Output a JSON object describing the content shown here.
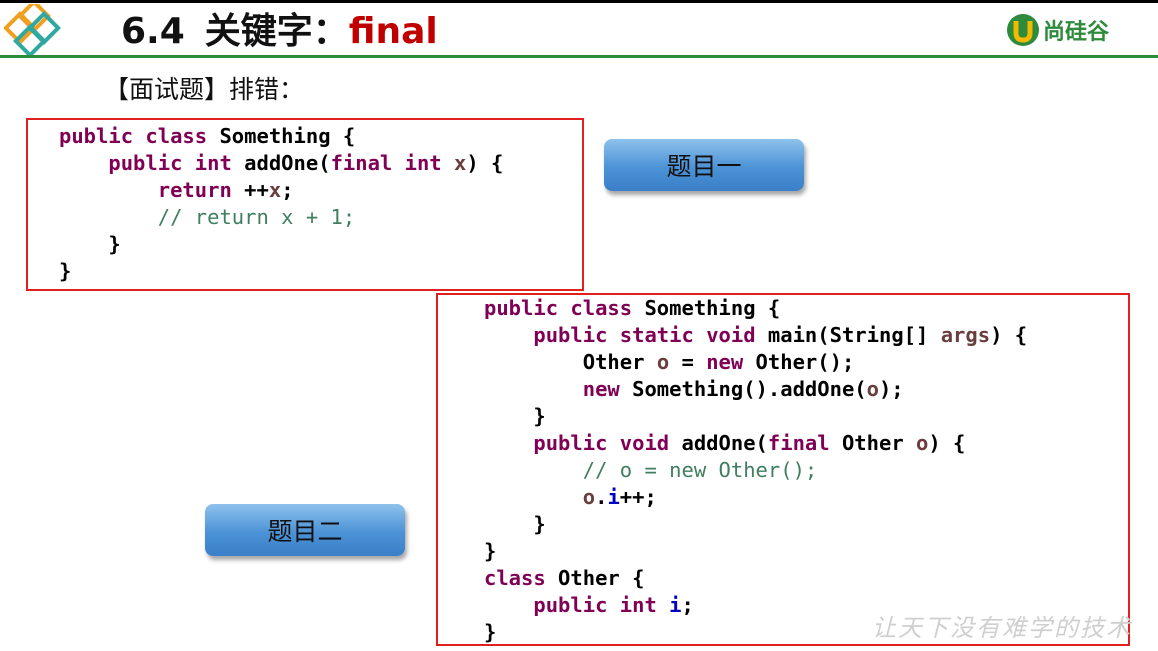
{
  "header": {
    "section_number": "6.4",
    "title_text": "关键字：",
    "title_keyword": "final",
    "brand_name": "尚硅谷",
    "brand_mark": "U"
  },
  "subtitle": "【面试题】排错：",
  "buttons": {
    "question_one": "题目一",
    "question_two": "题目二"
  },
  "code_one": {
    "line1": {
      "kw1": "public",
      "kw2": "class",
      "rest": " Something {"
    },
    "line2": {
      "kw1": "public",
      "kw2": "int",
      "mid": " addOne(",
      "kw3": "final",
      "kw4": "int",
      "param": "x",
      "rest": ") {"
    },
    "line3": {
      "kw1": "return",
      "pre": " ++",
      "var": "x",
      "rest": ";"
    },
    "line4": {
      "comment": "// return x + 1;"
    },
    "line5": {
      "text": "}"
    },
    "line6": {
      "text": "}"
    }
  },
  "code_two": {
    "line1": {
      "kw1": "public",
      "kw2": "class",
      "rest": " Something {"
    },
    "line2": {
      "kw1": "public",
      "kw2": "static",
      "kw3": "void",
      "mid": " main(String[] ",
      "param": "args",
      "rest": ") {"
    },
    "line3": {
      "pre": "Other ",
      "var": "o",
      "mid": " = ",
      "kw1": "new",
      "rest": " Other();"
    },
    "line4": {
      "kw1": "new",
      "mid": " Something().addOne(",
      "var": "o",
      "rest": ");"
    },
    "line5": {
      "text": "}"
    },
    "line6": {
      "kw1": "public",
      "kw2": "void",
      "mid": " addOne(",
      "kw3": "final",
      "type": " Other ",
      "var": "o",
      "rest": ") {"
    },
    "line7": {
      "comment": "// o = new Other();"
    },
    "line8": {
      "var": "o",
      "dot": ".",
      "field": "i",
      "rest": "++;"
    },
    "line9": {
      "text": "}"
    },
    "line10": {
      "text": "}"
    },
    "line11": {
      "kw1": "class",
      "rest": " Other {"
    },
    "line12": {
      "kw1": "public",
      "kw2": "int",
      "field": "i",
      "rest": ";"
    },
    "line13": {
      "text": "}"
    }
  },
  "watermark": "让天下没有难学的技术",
  "colors": {
    "keyword": "#7f0055",
    "variable": "#6a3e3e",
    "field": "#0000c0",
    "comment": "#3f7f5f",
    "box_border": "#e02020",
    "title_keyword": "#c00000",
    "brand": "#2e8b3c",
    "button": "#4b92d6"
  },
  "icons": {
    "slide_logo": "diamond-outline-logo-icon",
    "brand_logo": "u-circle-logo-icon"
  }
}
